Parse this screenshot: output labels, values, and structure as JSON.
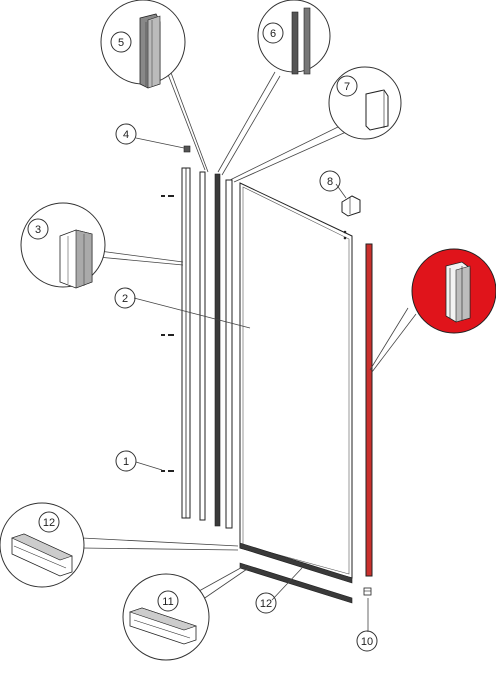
{
  "labels": {
    "p1": "1",
    "p2": "2",
    "p3": "3",
    "p4": "4",
    "p5": "5",
    "p6": "6",
    "p7": "7",
    "p8": "8",
    "p10": "10",
    "p11": "11",
    "p12a": "12",
    "p12b": "12"
  },
  "colors": {
    "highlight": "#e0141b",
    "highlight_part": "#c9302c",
    "line": "#222222"
  },
  "highlighted_part": "magnetic-profile"
}
